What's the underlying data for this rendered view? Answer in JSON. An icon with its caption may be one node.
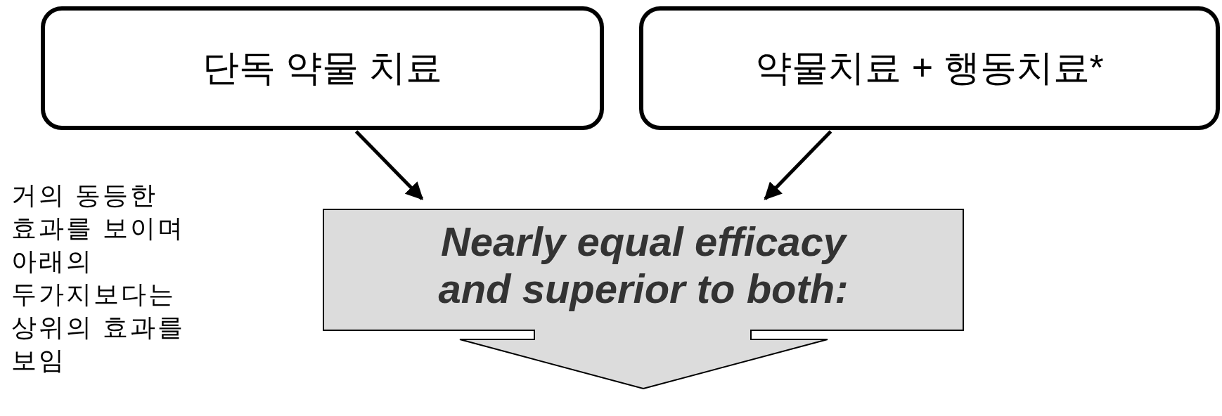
{
  "diagram": {
    "nodes": [
      {
        "text": [
          "단독 약물 치료"
        ]
      },
      {
        "text": [
          "약물치료 + 행동치료*"
        ]
      },
      {
        "text": [
          "Nearly equal efficacy and superior to both:"
        ]
      }
    ],
    "edges": [
      {
        "from": 0,
        "to": 2,
        "arrow": "to"
      },
      {
        "from": 1,
        "to": 2,
        "arrow": "to"
      }
    ],
    "labels": [
      "거의 동등한 효과를 보이며 아래의 두가지보다는 상위의 효과를 보임"
    ]
  }
}
